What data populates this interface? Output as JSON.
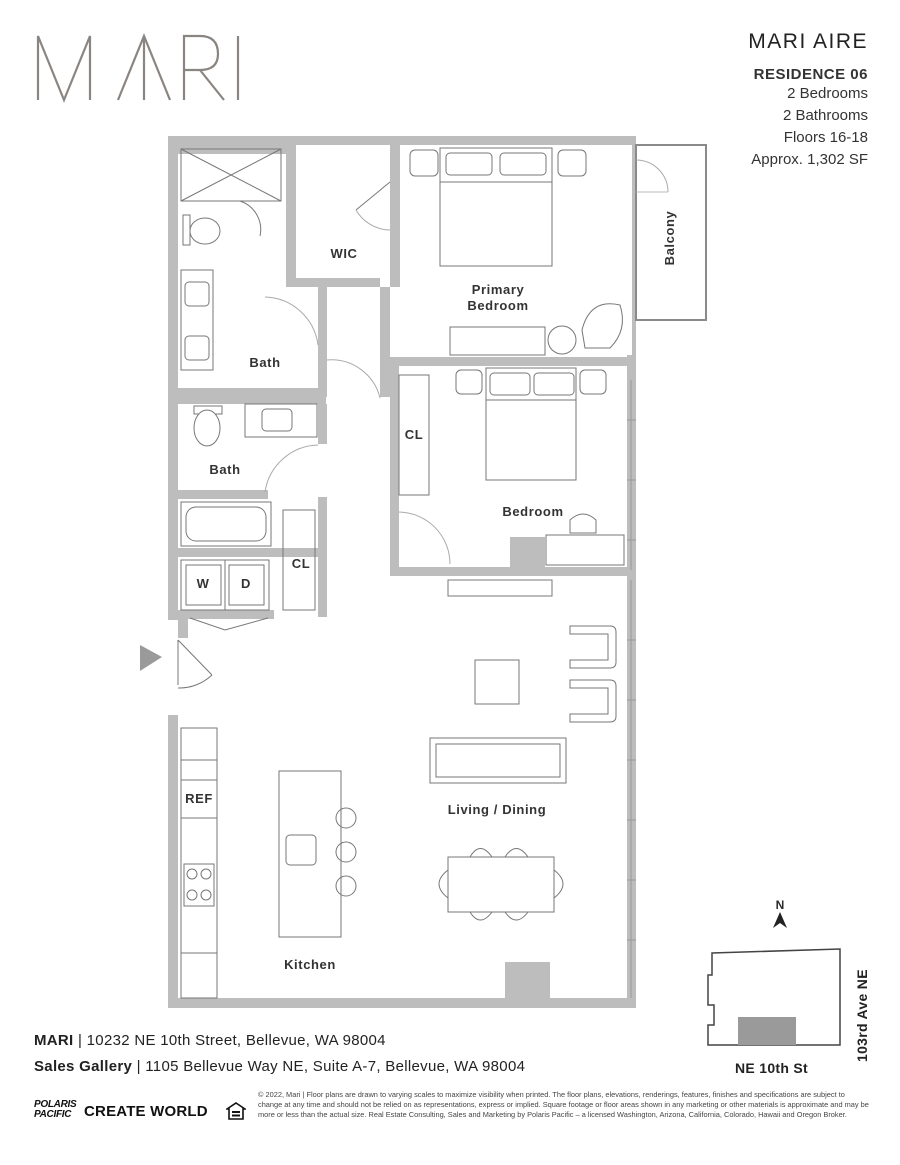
{
  "logo": {
    "text": "MARI"
  },
  "info": {
    "project": "MARI AIRE",
    "residence": "RESIDENCE 06",
    "bedrooms": "2 Bedrooms",
    "bathrooms": "2 Bathrooms",
    "floors": "Floors 16-18",
    "area": "Approx. 1,302 SF"
  },
  "rooms": {
    "wic": "WIC",
    "primary_bedroom_1": "Primary",
    "primary_bedroom_2": "Bedroom",
    "balcony": "Balcony",
    "bath_primary": "Bath",
    "bath_second": "Bath",
    "closet_bedroom": "CL",
    "bedroom": "Bedroom",
    "washer": "W",
    "dryer": "D",
    "closet_hall": "CL",
    "ref": "REF",
    "living_dining": "Living / Dining",
    "kitchen": "Kitchen"
  },
  "address": {
    "mari_label": "MARI",
    "mari_address": "| 10232 NE 10th Street, Bellevue, WA 98004",
    "gallery_label": "Sales Gallery",
    "gallery_address": "| 1105 Bellevue Way NE, Suite A-7, Bellevue, WA 98004"
  },
  "keyplan": {
    "north": "N",
    "street_bottom": "NE 10th St",
    "street_right": "103rd Ave NE"
  },
  "brands": {
    "polaris_1": "POLARIS",
    "polaris_2": "PACIFIC",
    "create_world": "CREATE WORLD"
  },
  "legal": "© 2022, Mari | Floor plans are drawn to varying scales to maximize visibility when printed. The floor plans, elevations, renderings, features, finishes and specifications are subject to change at any time and should not be relied on as representations, express or implied. Square footage or floor areas shown in any marketing or other materials is approximate and may be more or less than the actual size. Real Estate Consulting, Sales and Marketing by Polaris Pacific – a licensed Washington, Arizona, California, Colorado, Hawaii and Oregon Broker.",
  "colors": {
    "wall": "#b9b9b9",
    "line": "#555555",
    "highlight": "#9a9a9a"
  }
}
